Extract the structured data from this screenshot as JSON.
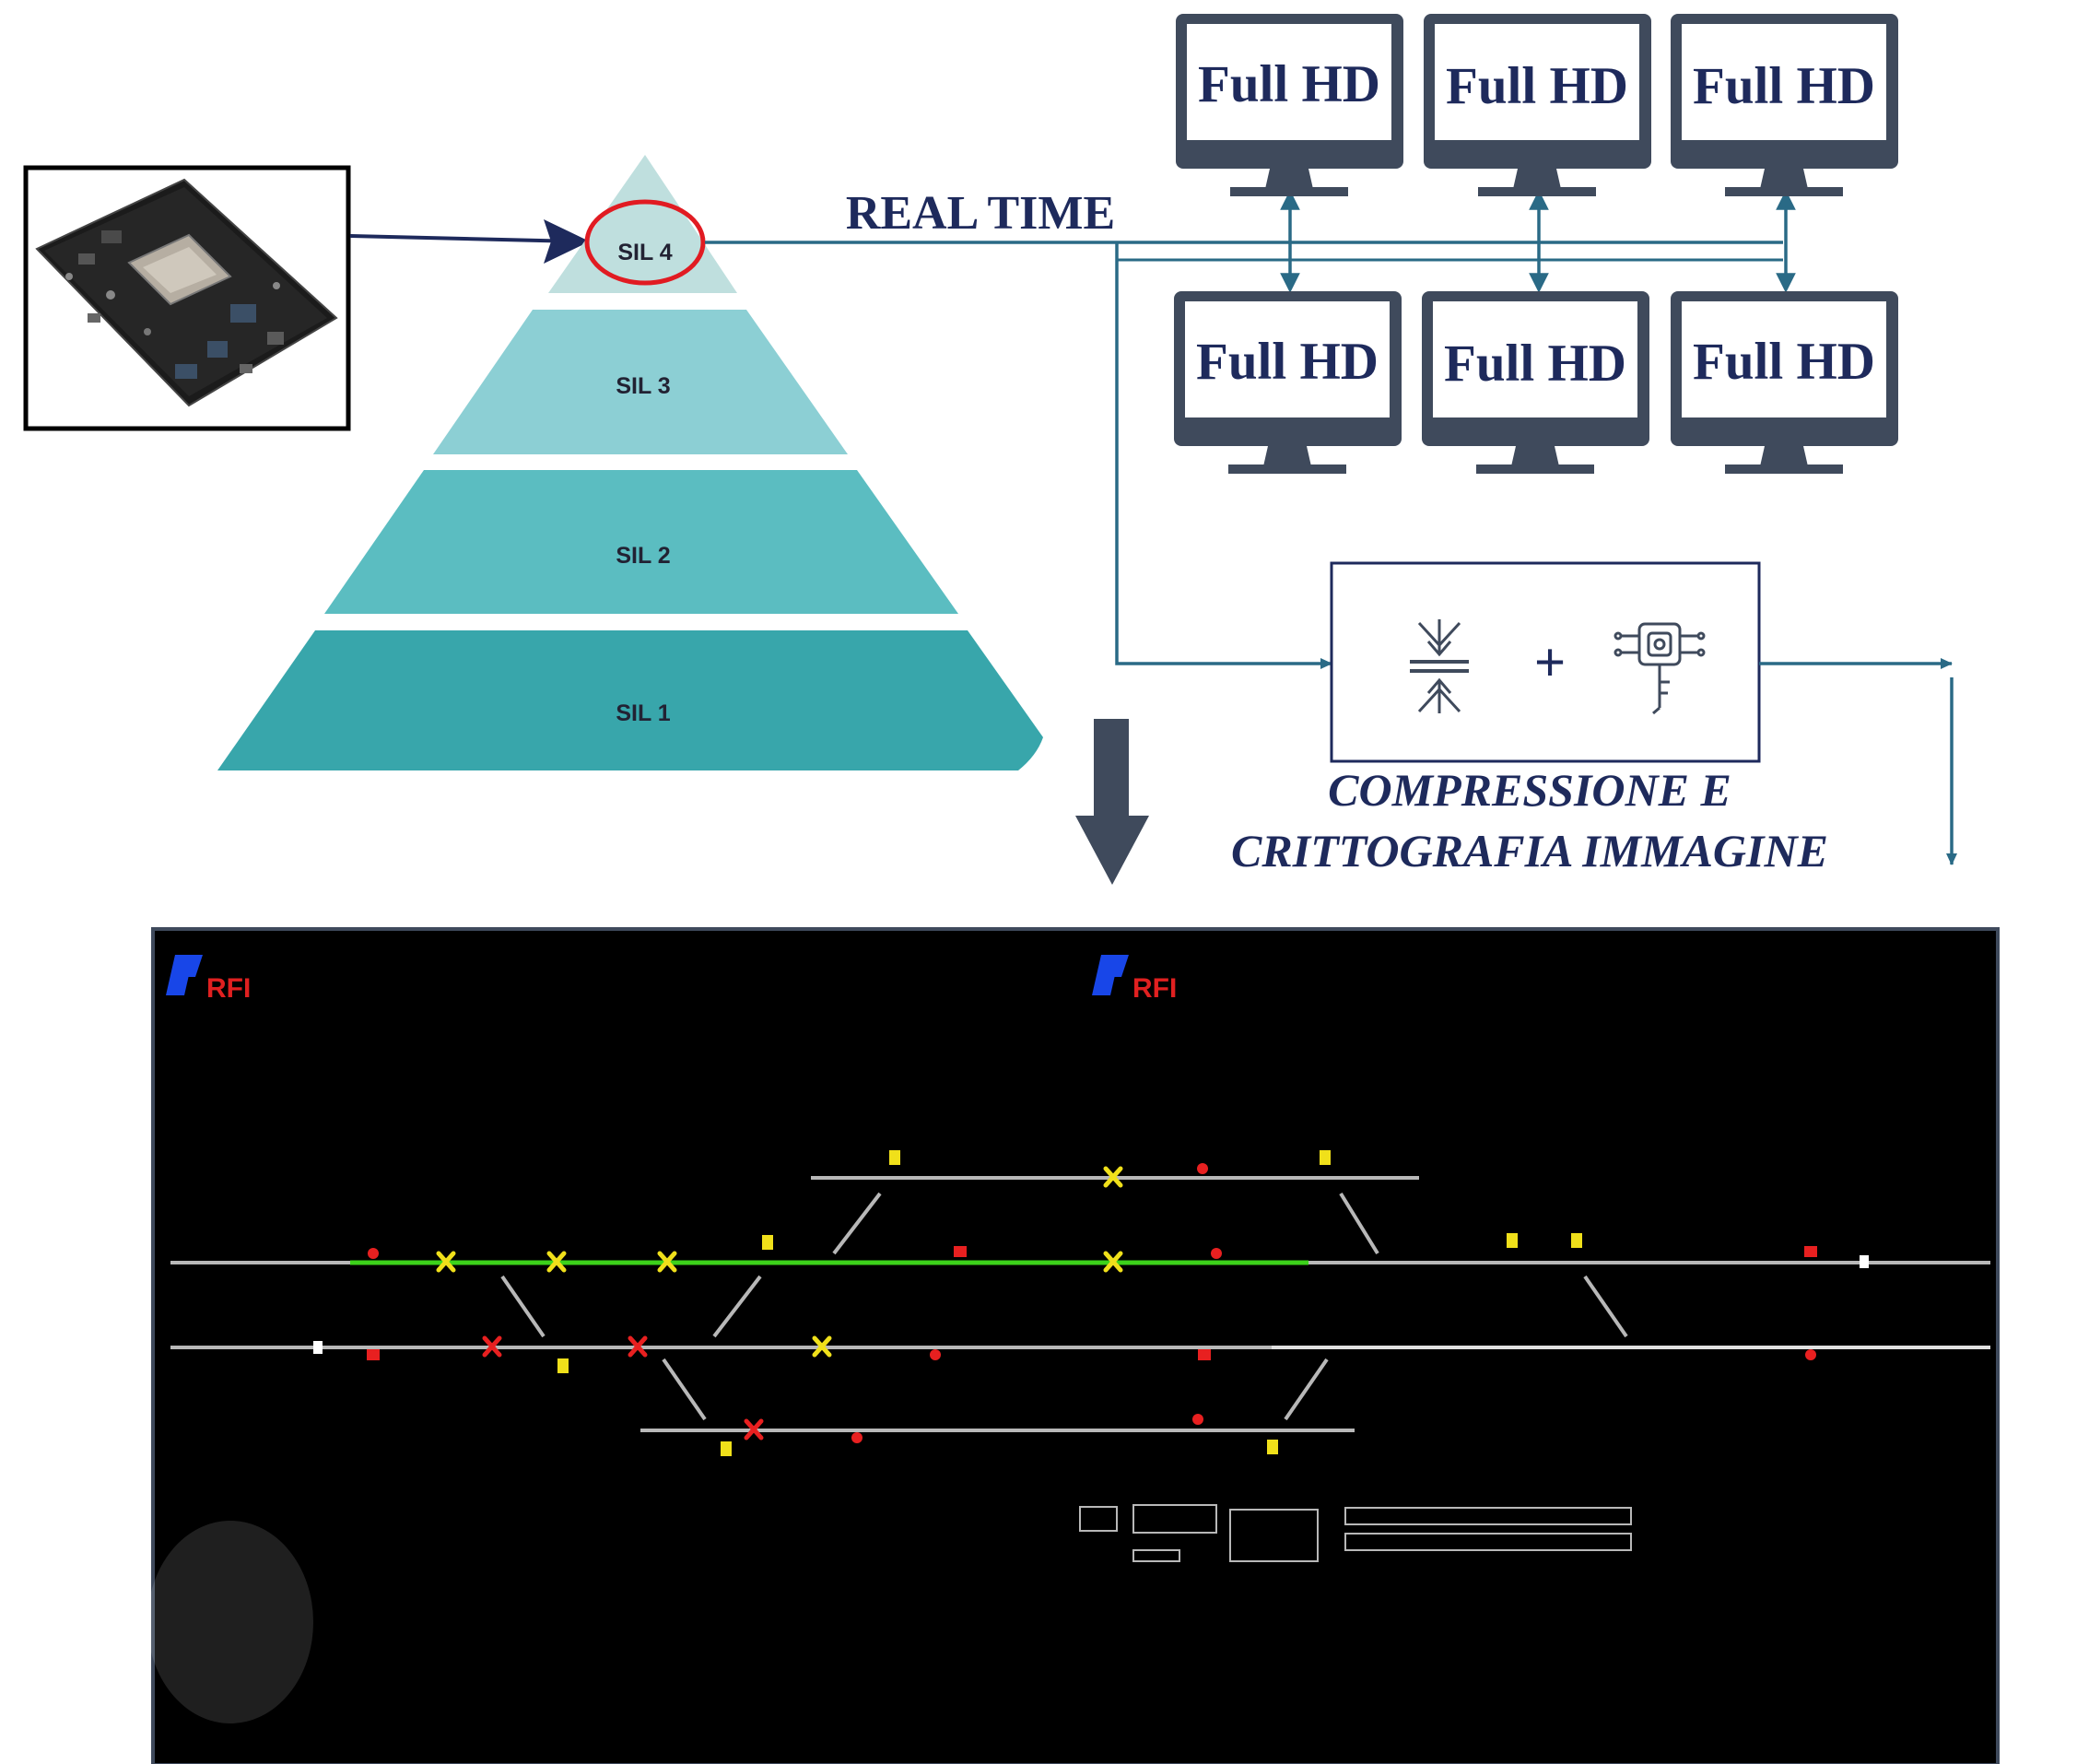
{
  "colors": {
    "tier1": "#38a6ab",
    "tier2": "#5bbdc1",
    "tier3": "#8ccfd4",
    "tier4": "#bfdfde",
    "navy": "#1e2a5c",
    "line": "#2a6a86",
    "monitor": "#3f4a5c",
    "highlight": "#e11b22",
    "panel_bg": "#000000",
    "track_active": "#3cd21a",
    "track": "#b8b8b8",
    "signal_red": "#e82020",
    "signal_yellow": "#f0e01a"
  },
  "pyramid": {
    "tiers": [
      {
        "label": "SIL 4"
      },
      {
        "label": "SIL 3"
      },
      {
        "label": "SIL 2"
      },
      {
        "label": "SIL 1"
      }
    ]
  },
  "board_image": {
    "icon": "embedded-board-icon"
  },
  "link_label": "REAL TIME",
  "monitors": [
    {
      "label": "Full HD"
    },
    {
      "label": "Full HD"
    },
    {
      "label": "Full HD"
    },
    {
      "label": "Full HD"
    },
    {
      "label": "Full HD"
    },
    {
      "label": "Full HD"
    }
  ],
  "processing": {
    "compression_icon": "compress-icon",
    "plus": "+",
    "crypto_icon": "key-chip-icon",
    "caption_line1": "COMPRESSIONE E",
    "caption_line2": "CRITTOGRAFIA IMMAGINE"
  },
  "panel": {
    "logo_text": "RFI",
    "logo_icon": "rfi-logo-icon"
  }
}
